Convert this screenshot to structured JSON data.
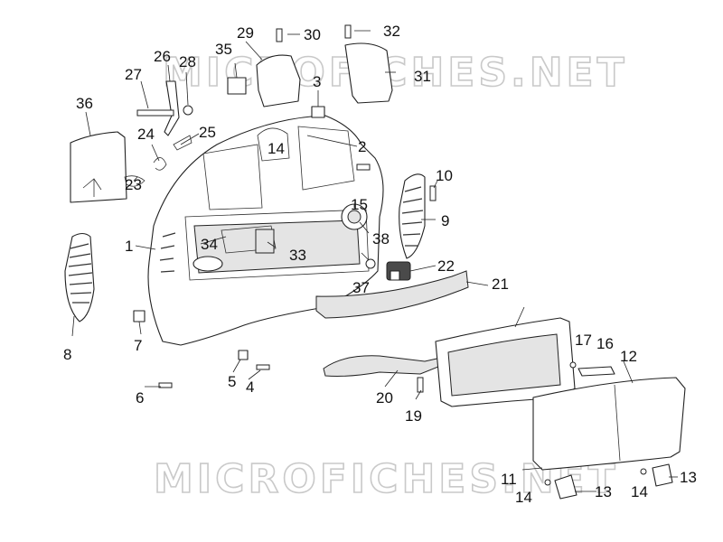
{
  "watermark": {
    "top": "MICROFICHES.NET",
    "bottom": "MICROFICHES.NET"
  },
  "callouts": [
    {
      "id": "c1",
      "label": "1"
    },
    {
      "id": "c2",
      "label": "2"
    },
    {
      "id": "c3",
      "label": "3"
    },
    {
      "id": "c4",
      "label": "4"
    },
    {
      "id": "c5",
      "label": "5"
    },
    {
      "id": "c6",
      "label": "6"
    },
    {
      "id": "c7",
      "label": "7"
    },
    {
      "id": "c8",
      "label": "8"
    },
    {
      "id": "c9",
      "label": "9"
    },
    {
      "id": "c10",
      "label": "10"
    },
    {
      "id": "c11",
      "label": "11"
    },
    {
      "id": "c12",
      "label": "12"
    },
    {
      "id": "c13a",
      "label": "13"
    },
    {
      "id": "c13b",
      "label": "13"
    },
    {
      "id": "c14a",
      "label": "14"
    },
    {
      "id": "c14b",
      "label": "14"
    },
    {
      "id": "c14c",
      "label": "14"
    },
    {
      "id": "c15",
      "label": "15"
    },
    {
      "id": "c16",
      "label": "16"
    },
    {
      "id": "c17",
      "label": "17"
    },
    {
      "id": "c19",
      "label": "19"
    },
    {
      "id": "c20",
      "label": "20"
    },
    {
      "id": "c21",
      "label": "21"
    },
    {
      "id": "c22",
      "label": "22"
    },
    {
      "id": "c23",
      "label": "23"
    },
    {
      "id": "c24",
      "label": "24"
    },
    {
      "id": "c25",
      "label": "25"
    },
    {
      "id": "c26",
      "label": "26"
    },
    {
      "id": "c27",
      "label": "27"
    },
    {
      "id": "c28",
      "label": "28"
    },
    {
      "id": "c29",
      "label": "29"
    },
    {
      "id": "c30",
      "label": "30"
    },
    {
      "id": "c31",
      "label": "31"
    },
    {
      "id": "c32",
      "label": "32"
    },
    {
      "id": "c33",
      "label": "33"
    },
    {
      "id": "c34",
      "label": "34"
    },
    {
      "id": "c35",
      "label": "35"
    },
    {
      "id": "c36",
      "label": "36"
    },
    {
      "id": "c37",
      "label": "37"
    },
    {
      "id": "c38",
      "label": "38"
    }
  ]
}
